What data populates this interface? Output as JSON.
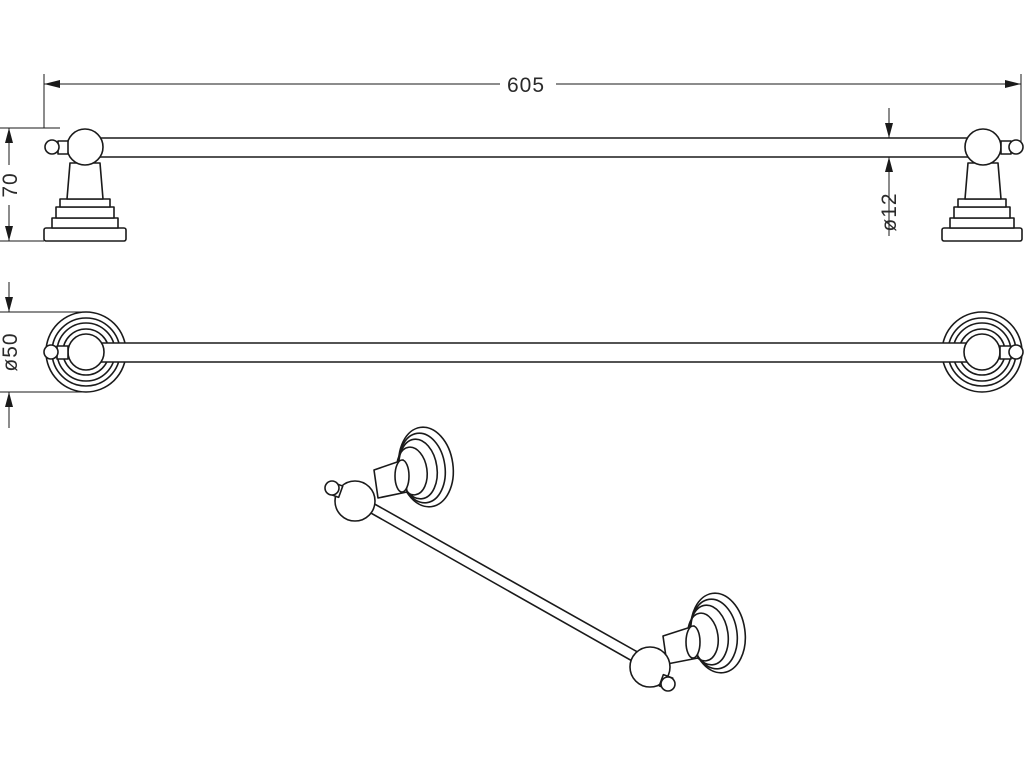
{
  "dimensions": {
    "overall_length": "605",
    "height": "70",
    "rod_diameter": "ø12",
    "base_diameter": "ø50"
  },
  "colors": {
    "line": "#1a1a1a",
    "background": "#ffffff"
  }
}
